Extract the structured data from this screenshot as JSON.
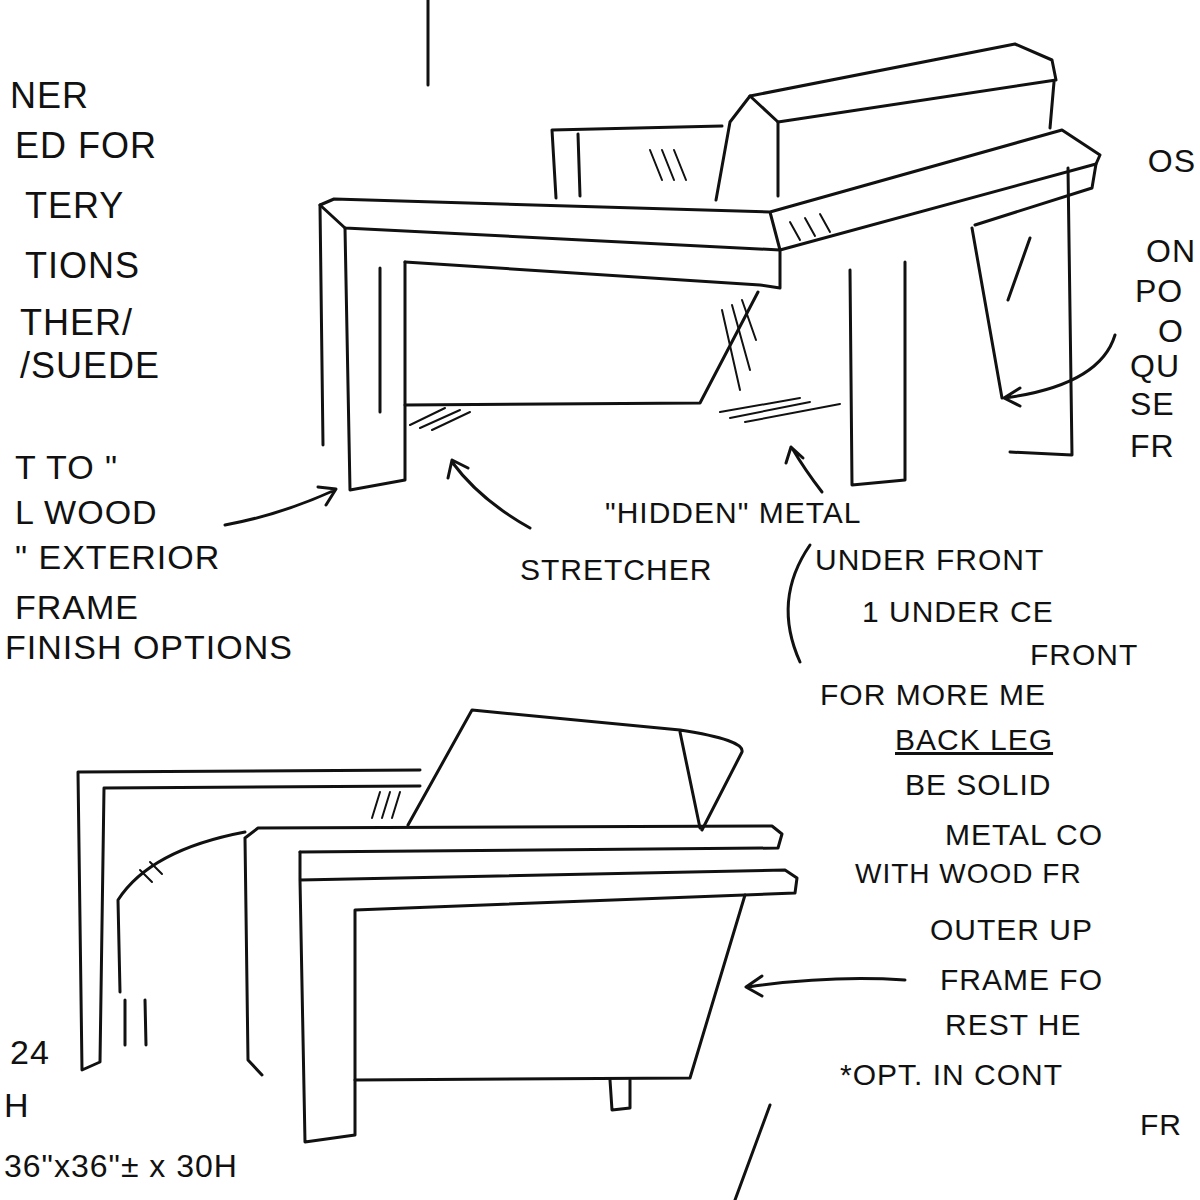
{
  "diagram": {
    "labels": [
      "NER",
      "ED FOR",
      "TERY",
      "TIONS",
      "THER/",
      "/SUEDE",
      "T TO \"",
      "L WOOD",
      "\" EXTERIOR",
      "FRAME",
      "FINISH OPTIONS",
      "24",
      "H",
      "36\"x36\"± x 30H",
      "\"HIDDEN\" METAL",
      "STRETCHER",
      "UNDER FRONT",
      "1 UNDER CE",
      "FRONT",
      "FOR MORE ME",
      "BACK LEG",
      "BE SOLID",
      "METAL CO",
      "WITH WOOD FR",
      "OUTER UP",
      "FRAME FO",
      "REST HE",
      "*OPT. IN CONT",
      "FR",
      "OS",
      "ON",
      "PO",
      "O",
      "QU",
      "SE",
      "FR"
    ]
  }
}
